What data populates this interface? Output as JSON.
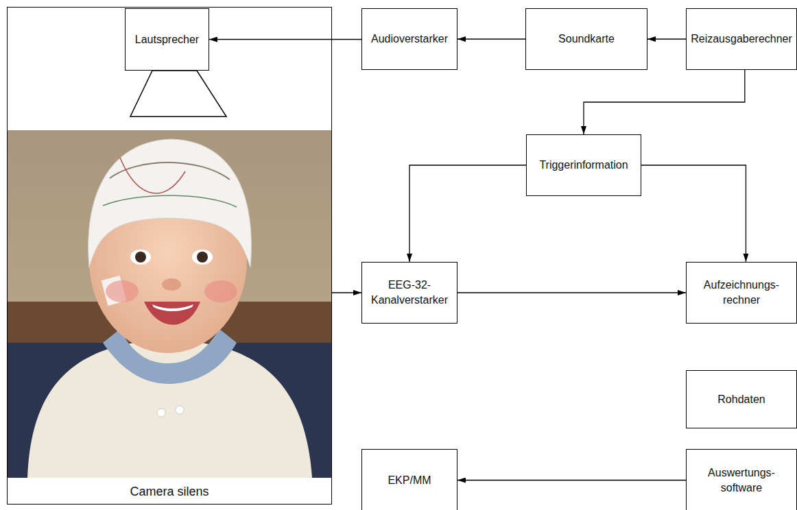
{
  "diagram": {
    "nodes": [
      {
        "text": [
          "Camera silens"
        ]
      },
      {
        "text": [
          "Lautsprecher"
        ],
        "in": 0
      },
      {
        "text": [
          "Audioverstarker"
        ]
      },
      {
        "text": [
          "Soundkarte"
        ]
      },
      {
        "text": [
          "Reizausgaberechner"
        ]
      },
      {
        "text": [
          "Triggerinformation"
        ]
      },
      {
        "text": [
          "EEG-32- Kanalverstarker"
        ]
      },
      {
        "text": [
          "Aufzeichnungs- rechner"
        ]
      },
      {
        "text": [
          "Rohdaten"
        ]
      },
      {
        "text": [
          "EKP/MM"
        ]
      },
      {
        "text": [
          "Auswertungs- software"
        ]
      }
    ],
    "edges": [
      {
        "from": 4,
        "to": 3,
        "arrow": "to"
      },
      {
        "from": 3,
        "to": 2,
        "arrow": "to"
      },
      {
        "from": 2,
        "to": 1,
        "arrow": "to"
      },
      {
        "from": 4,
        "to": 5,
        "arrow": "to"
      },
      {
        "from": 5,
        "to": 6,
        "arrow": "to"
      },
      {
        "from": 5,
        "to": 7,
        "arrow": "to"
      },
      {
        "from": 0,
        "to": 6,
        "arrow": "to"
      },
      {
        "from": 6,
        "to": 7,
        "arrow": "to"
      },
      {
        "from": 10,
        "to": 9,
        "arrow": "to"
      }
    ]
  }
}
